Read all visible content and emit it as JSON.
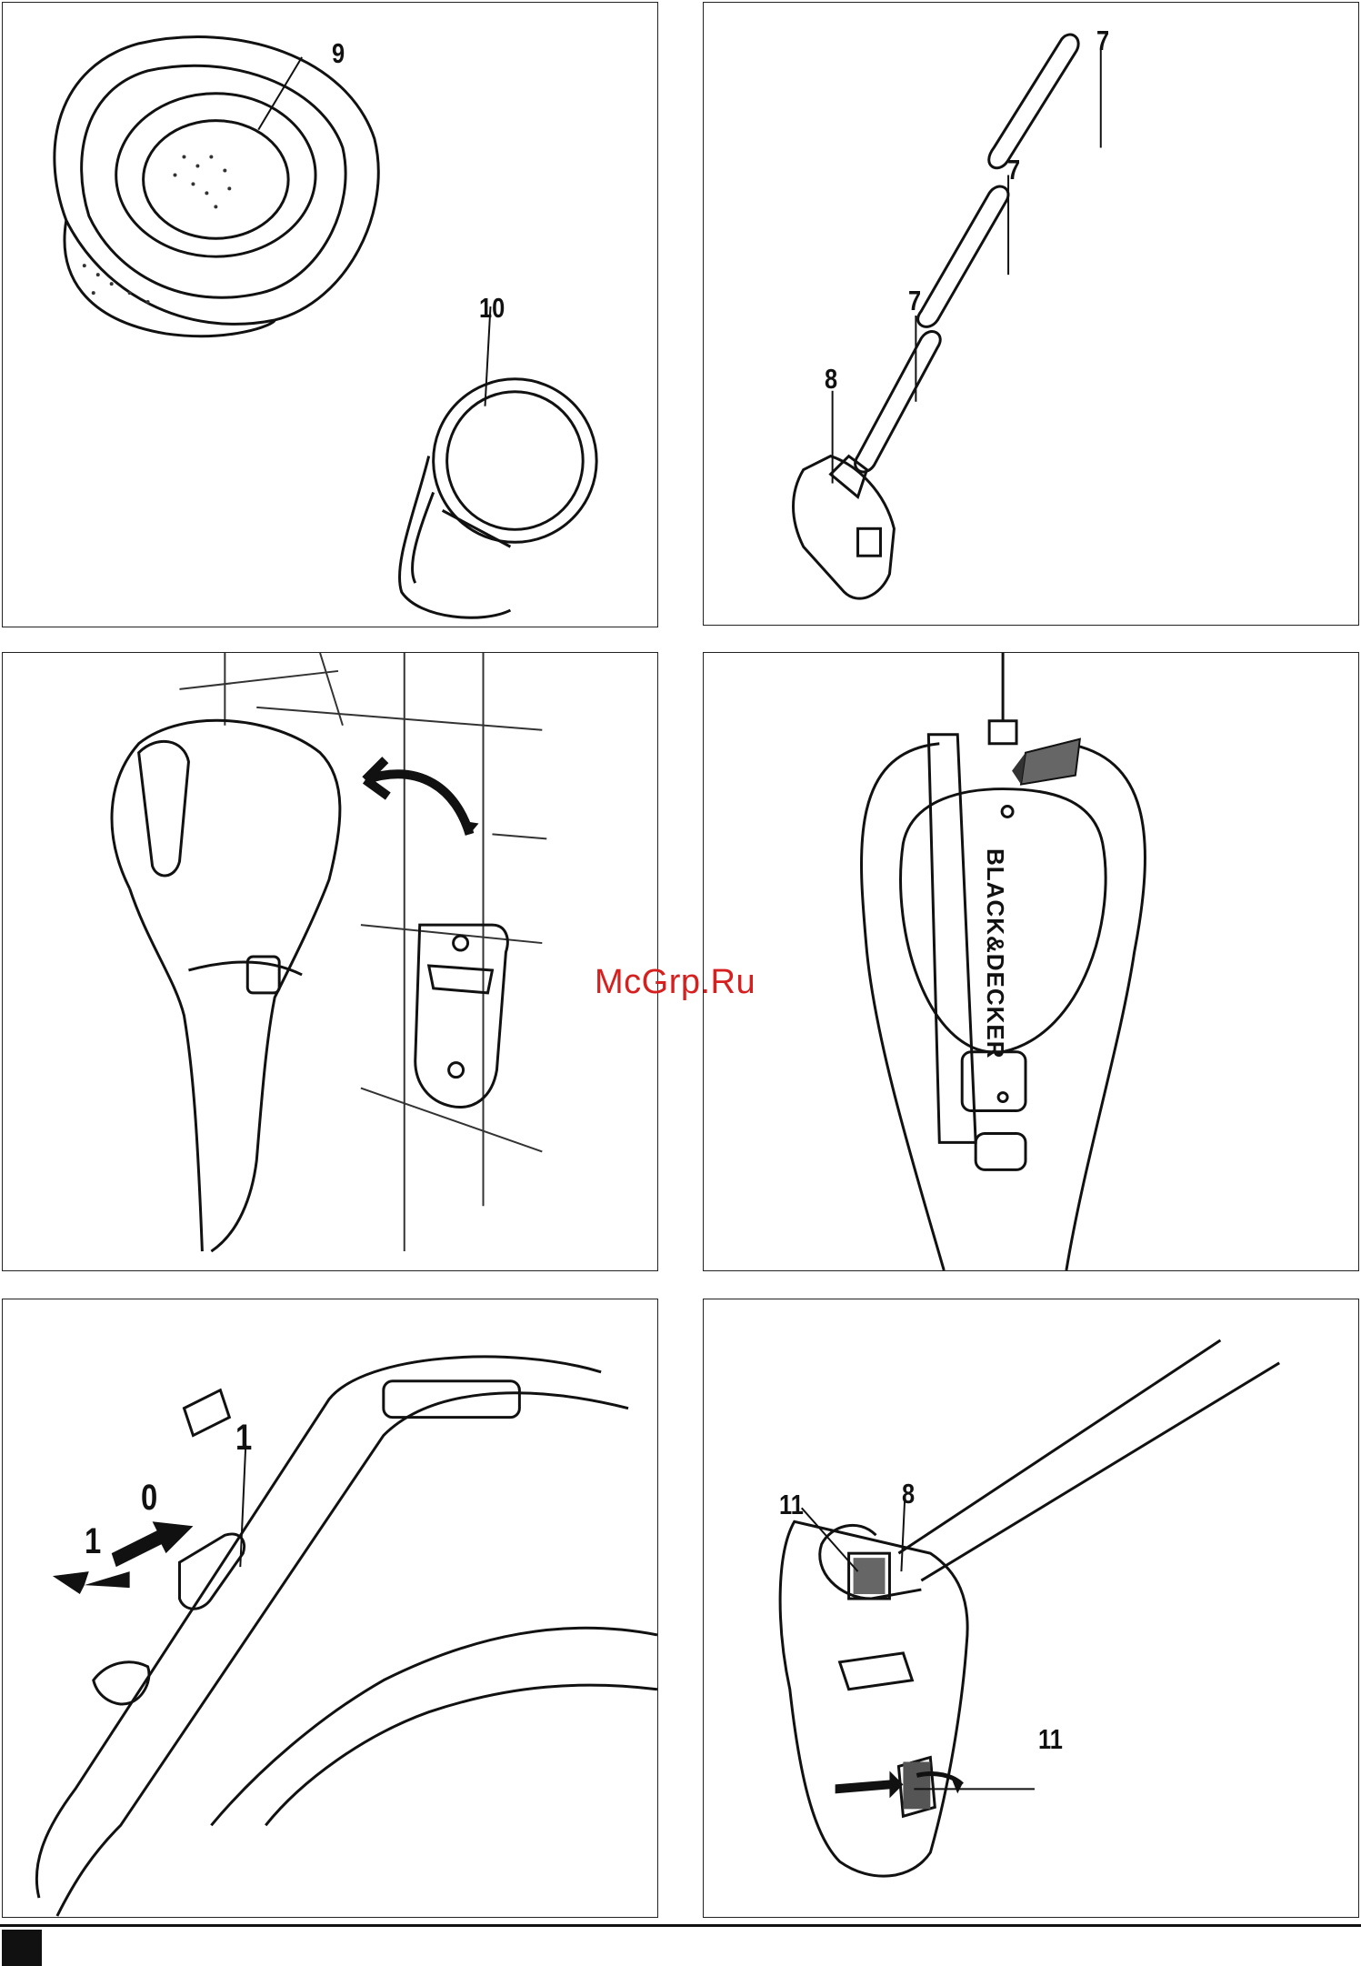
{
  "watermark": "McGrp.Ru",
  "panels": [
    {
      "id": "filter-assembly",
      "callouts": [
        "9",
        "10"
      ]
    },
    {
      "id": "extension-tubes",
      "callouts": [
        "7",
        "7",
        "7",
        "8"
      ]
    },
    {
      "id": "wall-mount",
      "callouts": []
    },
    {
      "id": "charging",
      "brand": "BLACK&DECKER",
      "callouts": []
    },
    {
      "id": "switch",
      "callouts": [
        "1",
        "0",
        "1"
      ]
    },
    {
      "id": "nozzle-release",
      "callouts": [
        "11",
        "8",
        "11"
      ]
    }
  ]
}
